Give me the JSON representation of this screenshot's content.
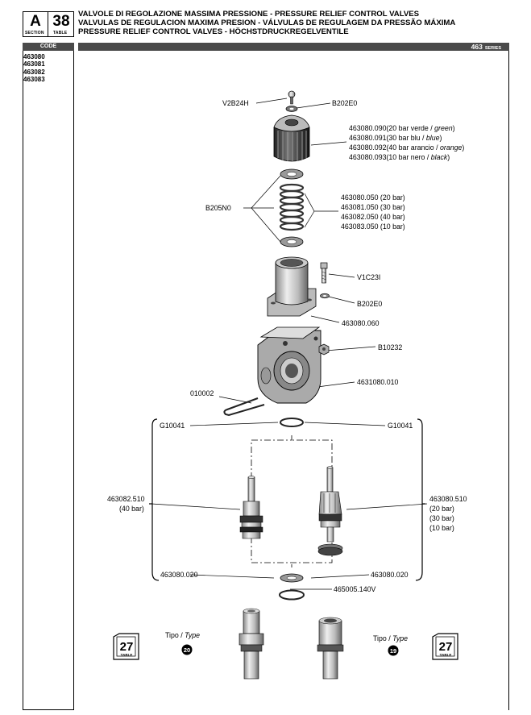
{
  "section": {
    "letter": "A",
    "label": "SECTION",
    "table_number": "38",
    "table_label": "TABLE"
  },
  "titles": [
    "VALVOLE DI REGOLAZIONE MASSIMA PRESSIONE - PRESSURE RELIEF CONTROL VALVES",
    "VALVULAS DE REGULACION MAXIMA PRESION - VÁLVULAS DE REGULAGEM DA PRESSÃO MÁXIMA",
    "PRESSURE RELIEF CONTROL VALVES - HÖCHSTDRUCKREGELVENTILE"
  ],
  "series": {
    "number": "463",
    "label": "SERIES"
  },
  "code_header": "CODE",
  "codes": [
    "463080",
    "463081",
    "463082",
    "463083"
  ],
  "parts": {
    "screw": "V2B24H",
    "washer_top": "B202E0",
    "cap_codes": [
      {
        "code": "463080.090",
        "desc": "(20 bar verde / ",
        "em": "green",
        "end": ")"
      },
      {
        "code": "463080.091",
        "desc": "(30 bar blu / ",
        "em": "blue",
        "end": ")"
      },
      {
        "code": "463080.092",
        "desc": "(40 bar arancio / ",
        "em": "orange",
        "end": ")"
      },
      {
        "code": "463080.093",
        "desc": "(10 bar nero / ",
        "em": "black",
        "end": ")"
      }
    ],
    "spring_kit": "B205N0",
    "spring_codes": [
      "463080.050 (20 bar)",
      "463081.050 (30 bar)",
      "463082.050 (40 bar)",
      "463083.050 (10 bar)"
    ],
    "bolt": "V1C23I",
    "washer_side": "B202E0",
    "cylinder": "463080.060",
    "nut": "B10232",
    "body": "4631080.010",
    "pin": "010002",
    "oring_left": "G10041",
    "oring_right": "G10041",
    "valve_left_code": "463082.510",
    "valve_left_desc": "(40 bar)",
    "valve_right_code": "463080.510",
    "valve_right_desc": [
      "(20 bar)",
      "(30 bar)",
      "(10 bar)"
    ],
    "seat_left": "463080.020",
    "seat_right": "463080.020",
    "oring_bottom": "465005.140V",
    "type_left_prefix": "Tipo / ",
    "type_left_em": "Type",
    "type_left_num": "20",
    "type_right_prefix": "Tipo / ",
    "type_right_em": "Type",
    "type_right_num": "19",
    "ref_table_left": "27",
    "ref_table_right": "27",
    "ref_table_label": "TABLE"
  }
}
